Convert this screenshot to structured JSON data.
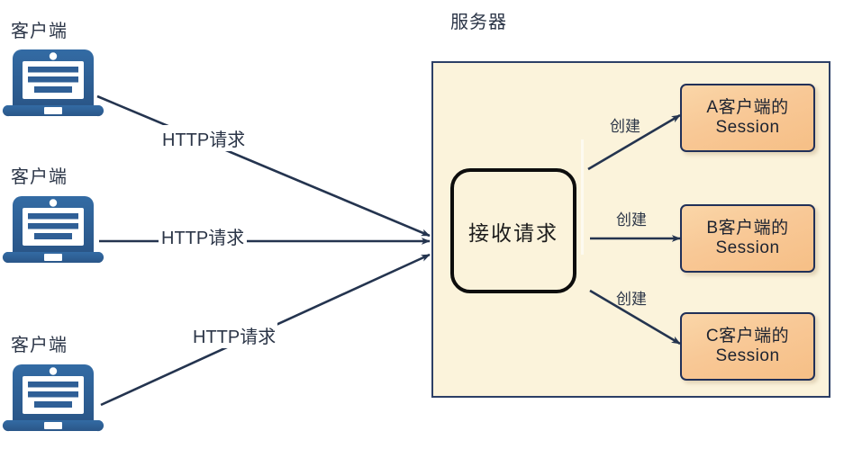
{
  "diagram": {
    "title_server": "服务器",
    "clients": [
      {
        "label": "客户端",
        "icon": "laptop-icon"
      },
      {
        "label": "客户端",
        "icon": "laptop-icon"
      },
      {
        "label": "客户端",
        "icon": "laptop-icon"
      }
    ],
    "request_labels": [
      "HTTP请求",
      "HTTP请求",
      "HTTP请求"
    ],
    "receiver": {
      "label": "接收请求"
    },
    "create_labels": [
      "创建",
      "创建",
      "创建"
    ],
    "sessions": [
      {
        "line1": "A客户端的",
        "line2": "Session"
      },
      {
        "line1": "B客户端的",
        "line2": "Session"
      },
      {
        "line1": "C客户端的",
        "line2": "Session"
      }
    ],
    "colors": {
      "laptop_blue": "#2f5f96",
      "laptop_blue_dark": "#24486f",
      "server_fill": "#fbf3db",
      "server_border": "#2c3f66",
      "session_fill": "#f8c896",
      "session_border": "#213058",
      "arrow": "#24344f",
      "text": "#2b3547",
      "receiver_border": "#0d0d0d",
      "background": "#ffffff"
    }
  }
}
